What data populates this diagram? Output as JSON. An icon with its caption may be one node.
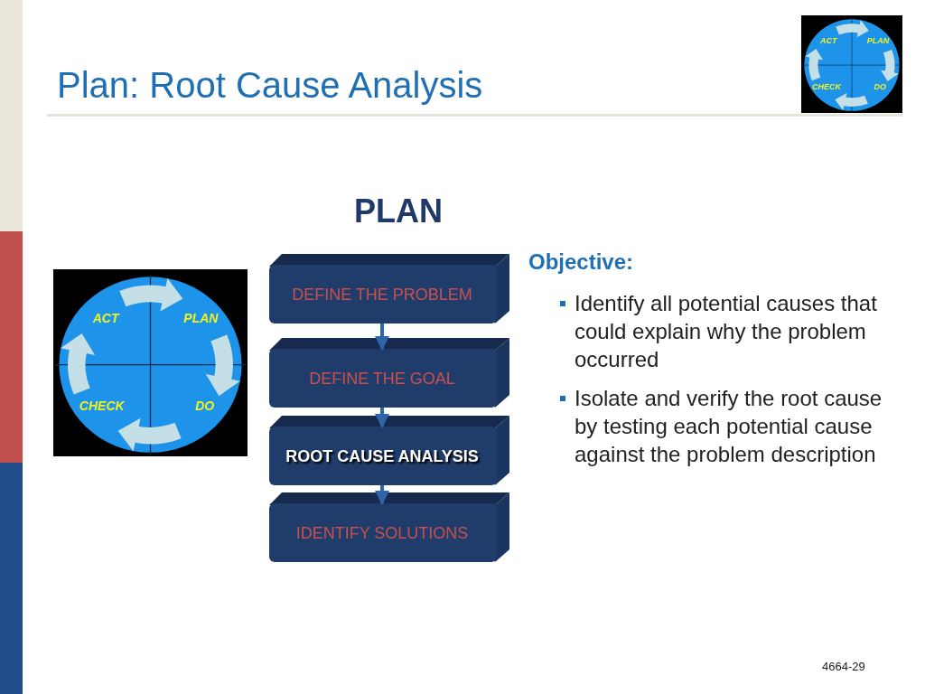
{
  "diagram": {
    "title": "Plan: Root Cause Analysis",
    "nodes": [
      {
        "text": [
          "DEFINE THE PROBLEM"
        ]
      },
      {
        "text": [
          "DEFINE THE GOAL"
        ]
      },
      {
        "text": [
          "ROOT CAUSE ANALYSIS"
        ]
      },
      {
        "text": [
          "IDENTIFY SOLUTIONS"
        ]
      }
    ],
    "edges": [
      {
        "from": 0,
        "to": 1,
        "arrow": "to"
      },
      {
        "from": 1,
        "to": 2,
        "arrow": "to"
      },
      {
        "from": 2,
        "to": 3,
        "arrow": "to"
      }
    ],
    "labels": [
      "ACT",
      "PLAN",
      "CHECK",
      "DO",
      "PLAN",
      "ACT",
      "PLAN",
      "CHECK",
      "DO",
      "Objective:",
      "Identify all potential causes that could explain why the problem occurred",
      "Isolate and verify the root cause by testing each potential cause against the problem description",
      "4664-29"
    ]
  }
}
